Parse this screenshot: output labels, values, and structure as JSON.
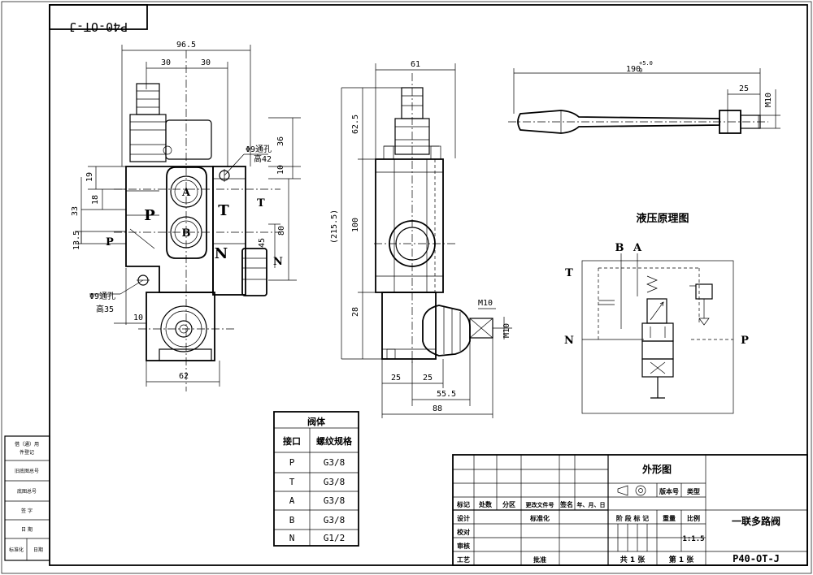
{
  "drawing_code_mirrored": "P40-OT-J",
  "front_view": {
    "dim_total_width": "96.5",
    "dim_left_30": "30",
    "dim_right_30": "30",
    "dim_36": "36",
    "dim_10_top": "10",
    "dim_19": "19",
    "dim_18": "18",
    "dim_33": "33",
    "dim_13_5": "13.5",
    "dim_80": "80",
    "dim_45": "45",
    "dim_10_bottom": "10",
    "dim_62": "62",
    "hole_top_label": "Φ9通孔",
    "hole_top_height": "高42",
    "hole_bottom_label": "Φ9通孔",
    "hole_bottom_height": "高35",
    "port_A": "A",
    "port_B": "B",
    "port_P": "P",
    "port_T": "T",
    "port_N": "N",
    "side_T": "T",
    "side_P": "P",
    "side_N": "N"
  },
  "side_view": {
    "dim_61": "61",
    "dim_62_5": "62.5",
    "dim_215_5": "(215.5)",
    "dim_100": "100",
    "dim_28": "28",
    "dim_25_left": "25",
    "dim_25_right": "25",
    "dim_55_5": "55.5",
    "dim_88": "88",
    "dim_M10_top": "M10",
    "dim_M10_side": "M10"
  },
  "handle_view": {
    "dim_length": "190",
    "dim_tol": "+5.0",
    "dim_tol_low": "0",
    "dim_25": "25",
    "dim_M10": "M10"
  },
  "schematic": {
    "title": "液压原理图",
    "label_B": "B",
    "label_A": "A",
    "label_T": "T",
    "label_N": "N",
    "label_P": "P"
  },
  "port_table": {
    "title": "阀体",
    "col_port": "接口",
    "col_thread": "螺纹规格",
    "rows": [
      {
        "port": "P",
        "thread": "G3/8"
      },
      {
        "port": "T",
        "thread": "G3/8"
      },
      {
        "port": "A",
        "thread": "G3/8"
      },
      {
        "port": "B",
        "thread": "G3/8"
      },
      {
        "port": "N",
        "thread": "G1/2"
      }
    ]
  },
  "left_strip": {
    "items": [
      "借（通）用",
      "件登记",
      "旧底图总号",
      "底图总号",
      "签 字",
      "日 期",
      "标准化",
      "日期"
    ]
  },
  "title_block": {
    "view_name": "外形图",
    "label_version": "版本号",
    "label_type": "类型",
    "label_mark": "标记",
    "label_count": "处数",
    "label_zone": "分区",
    "label_change_doc": "更改文件号",
    "label_sign": "签名",
    "label_date": "年、月、日",
    "label_design": "设计",
    "label_check": "校对",
    "label_review": "审核",
    "label_process": "工艺",
    "label_standard": "标准化",
    "label_approve": "批准",
    "label_stage": "阶 段 标 记",
    "label_weight": "重量",
    "label_scale": "比例",
    "scale_value": "1:1.5",
    "product_name": "一联多路阀",
    "product_code": "P40-OT-J",
    "sheets_total": "共 1 张",
    "sheet_no": "第 1 张"
  }
}
